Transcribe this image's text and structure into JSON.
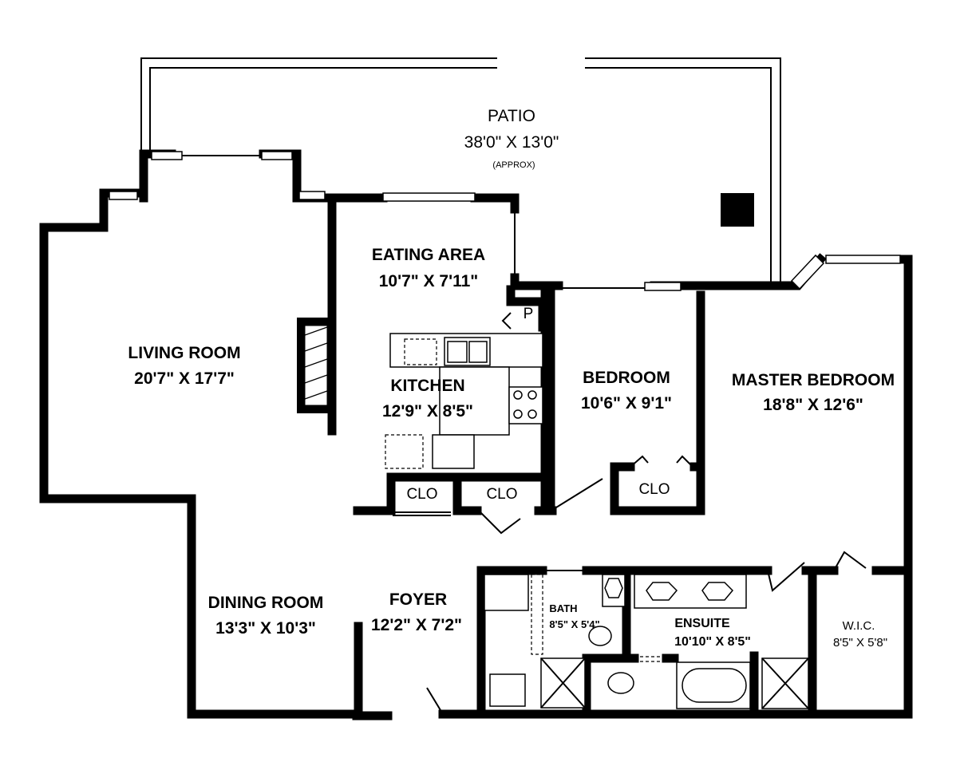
{
  "patio": {
    "name": "PATIO",
    "dims": "38'0\" X 13'0\"",
    "note": "(APPROX)"
  },
  "rooms": {
    "living": {
      "name": "LIVING ROOM",
      "dims": "20'7\" X 17'7\""
    },
    "eating": {
      "name": "EATING AREA",
      "dims": "10'7\" X 7'11\""
    },
    "kitchen": {
      "name": "KITCHEN",
      "dims": "12'9\" X 8'5\""
    },
    "bedroom": {
      "name": "BEDROOM",
      "dims": "10'6\" X 9'1\""
    },
    "master": {
      "name": "MASTER BEDROOM",
      "dims": "18'8\" X 12'6\""
    },
    "dining": {
      "name": "DINING ROOM",
      "dims": "13'3\" X 10'3\""
    },
    "foyer": {
      "name": "FOYER",
      "dims": "12'2\" X 7'2\""
    },
    "bath": {
      "name": "BATH",
      "dims": "8'5\" X 5'4\""
    },
    "ensuite": {
      "name": "ENSUITE",
      "dims": "10'10\" X 8'5\""
    },
    "wic": {
      "name": "W.I.C.",
      "dims": "8'5\" X 5'8\""
    }
  },
  "closets": {
    "clo1": "CLO",
    "clo2": "CLO",
    "clo3": "CLO",
    "pantry": "P"
  }
}
